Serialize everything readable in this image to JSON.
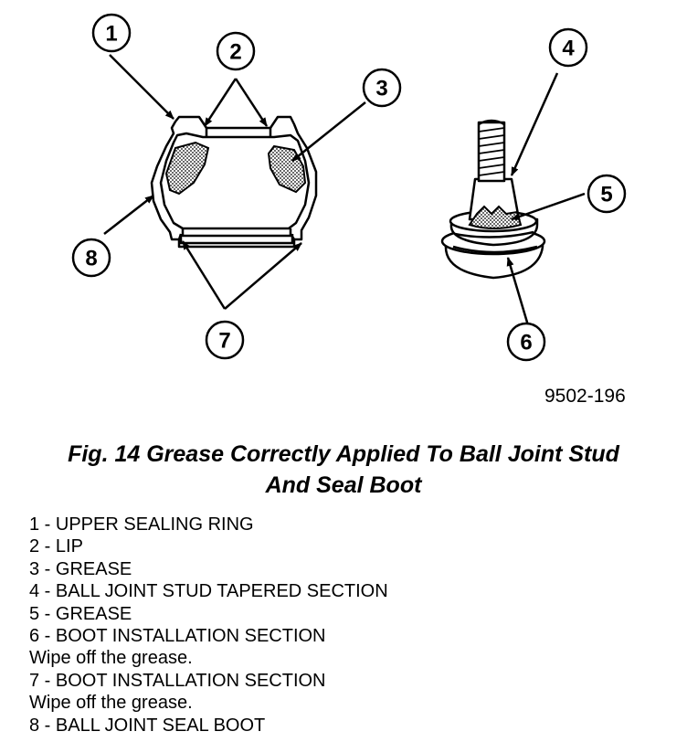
{
  "figure_id": "9502-196",
  "caption": {
    "line1": "Fig. 14 Grease Correctly Applied To Ball Joint Stud",
    "line2": "And Seal Boot"
  },
  "callouts": [
    "1",
    "2",
    "3",
    "4",
    "5",
    "6",
    "7",
    "8"
  ],
  "legend": [
    "1 - UPPER SEALING RING",
    "2 - LIP",
    "3 - GREASE",
    "4 - BALL JOINT STUD TAPERED SECTION",
    "5 - GREASE",
    "6 - BOOT INSTALLATION SECTION",
    "Wipe off the grease.",
    "7 - BOOT INSTALLATION SECTION",
    "Wipe off the grease.",
    "8 - BALL JOINT SEAL BOOT"
  ]
}
